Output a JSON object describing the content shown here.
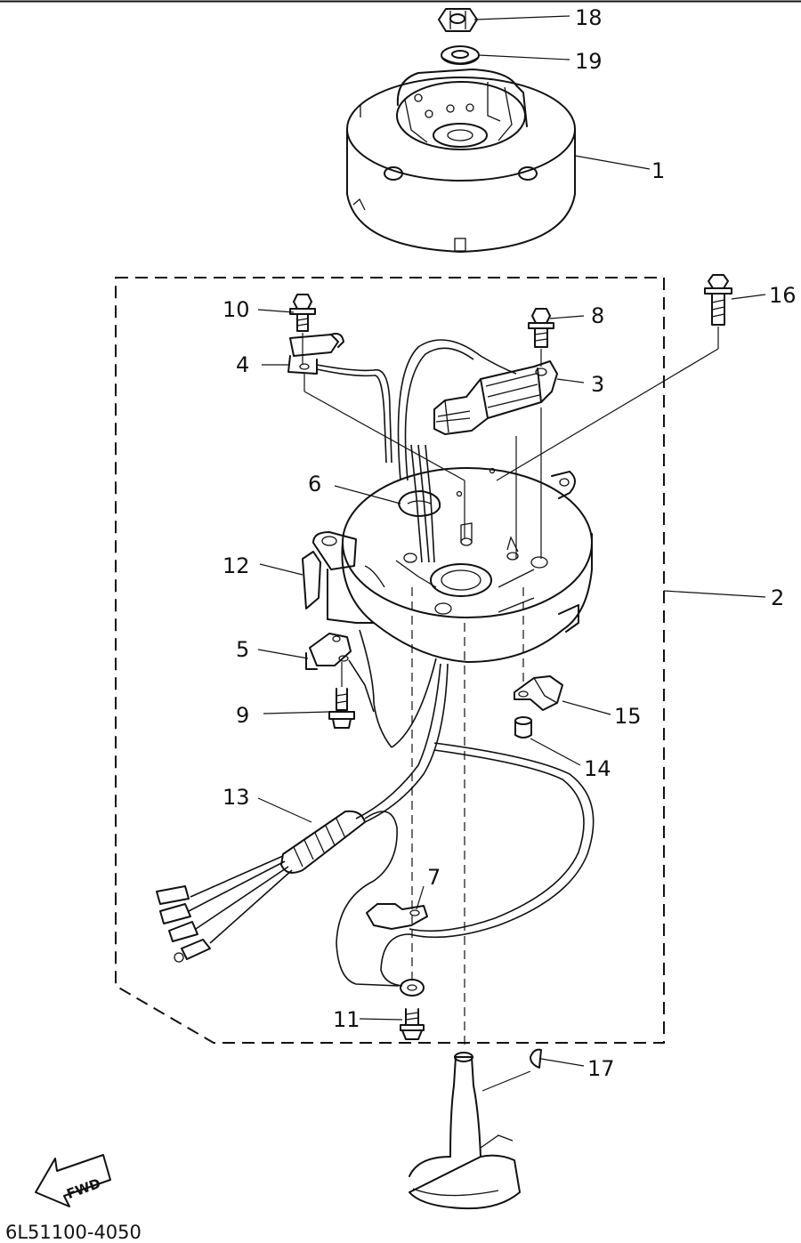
{
  "diagram": {
    "catalog_code": "6L51100-4050",
    "direction_label": "FWD",
    "callouts": [
      "1",
      "2",
      "3",
      "4",
      "5",
      "6",
      "7",
      "8",
      "9",
      "10",
      "11",
      "12",
      "13",
      "14",
      "15",
      "16",
      "17",
      "18",
      "19"
    ]
  },
  "parts": [
    {
      "callout": "18",
      "icon": "nut-icon"
    },
    {
      "callout": "19",
      "icon": "washer-icon"
    },
    {
      "callout": "1",
      "icon": "flywheel-icon"
    },
    {
      "callout": "2",
      "icon": "stator-assembly-icon"
    },
    {
      "callout": "3",
      "icon": "charge-coil-icon"
    },
    {
      "callout": "4",
      "icon": "pulser-coil-icon"
    },
    {
      "callout": "5",
      "icon": "clamp-icon"
    },
    {
      "callout": "6",
      "icon": "grommet-icon"
    },
    {
      "callout": "7",
      "icon": "clamp-icon"
    },
    {
      "callout": "8",
      "icon": "screw-icon"
    },
    {
      "callout": "9",
      "icon": "screw-icon"
    },
    {
      "callout": "10",
      "icon": "screw-icon"
    },
    {
      "callout": "11",
      "icon": "screw-icon"
    },
    {
      "callout": "12",
      "icon": "base-bracket-icon"
    },
    {
      "callout": "13",
      "icon": "wire-harness-icon"
    },
    {
      "callout": "14",
      "icon": "screw-icon"
    },
    {
      "callout": "15",
      "icon": "clamp-icon"
    },
    {
      "callout": "16",
      "icon": "bolt-icon"
    },
    {
      "callout": "17",
      "icon": "woodruff-key-icon"
    }
  ]
}
